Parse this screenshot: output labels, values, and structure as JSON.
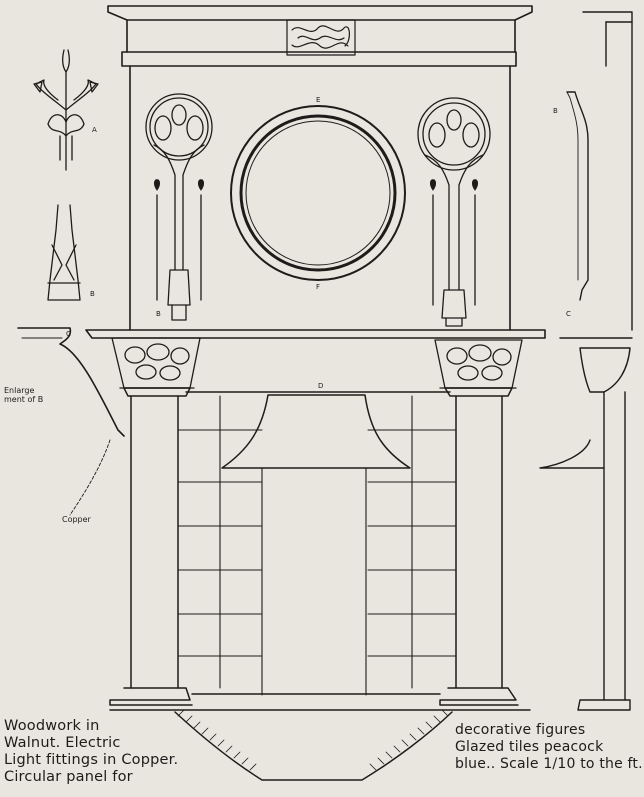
{
  "caption_left": {
    "line1": "Woodwork in",
    "line2": "Walnut. Electric",
    "line3": "Light fittings in Copper.",
    "line4": "Circular panel for"
  },
  "caption_right": {
    "line1": "decorative figures",
    "line2": "Glazed tiles peacock",
    "line3": "blue.. Scale 1/10 to the ft."
  },
  "notes": {
    "enlarge_line1": "Enlarge",
    "enlarge_line2": "ment of B",
    "copper": "Copper"
  },
  "labels": {
    "a": "A",
    "b": "B",
    "c": "C",
    "d": "D",
    "e": "E",
    "f": "F"
  },
  "colors": {
    "paper": "#e9e6df",
    "ink": "#1e1c1a"
  }
}
